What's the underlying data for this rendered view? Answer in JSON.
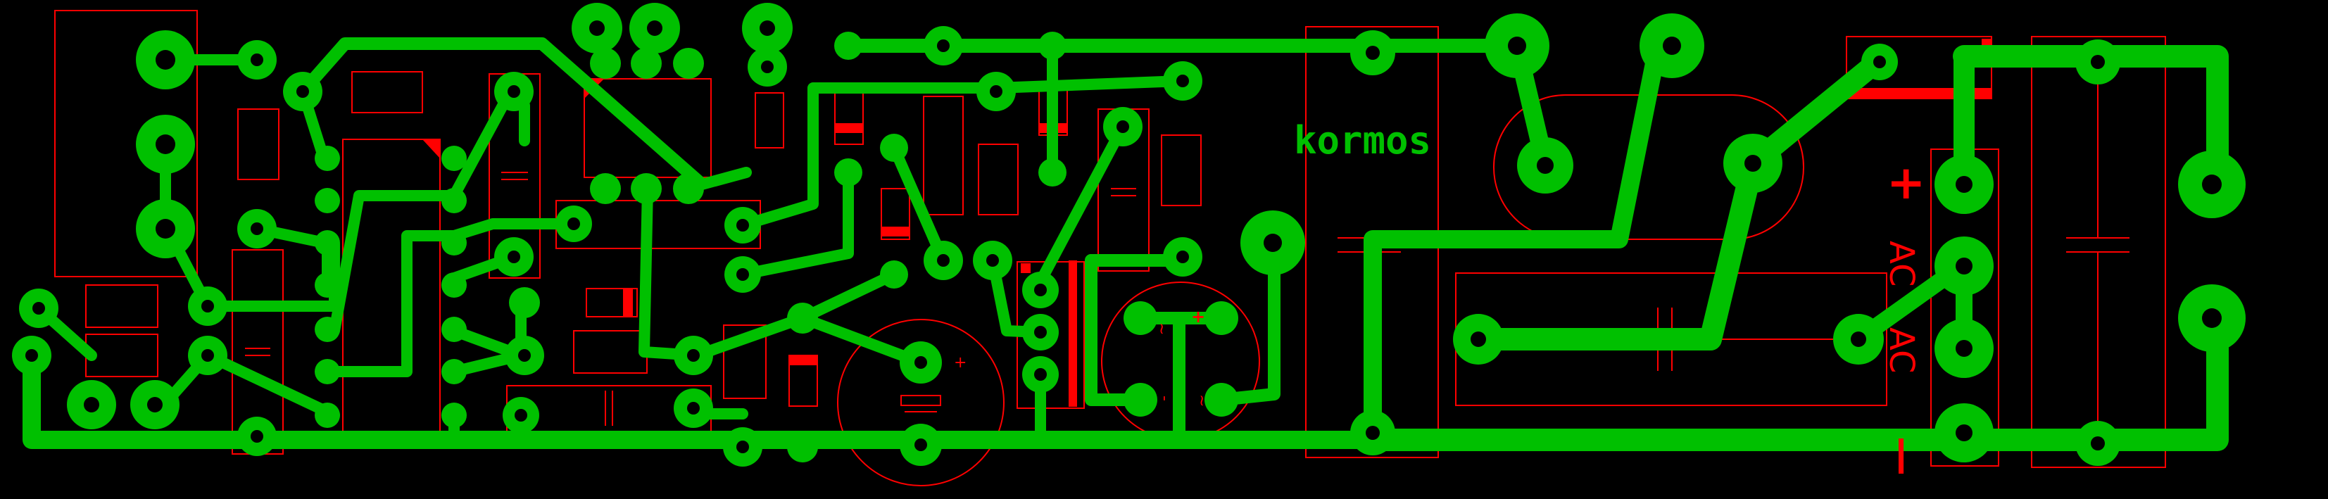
{
  "board": {
    "background": "#000000",
    "copper_color": "#00c000",
    "silkscreen_color": "#ff0000"
  },
  "labels": {
    "brand": "kormos",
    "plus": "+",
    "ac_top": "AC",
    "ac_bottom": "AC",
    "minus": "—",
    "cap_plus": "+",
    "bridge_plus": "+",
    "bridge_ac_1": "~",
    "bridge_ac_2": "~",
    "bridge_minus": "-"
  }
}
